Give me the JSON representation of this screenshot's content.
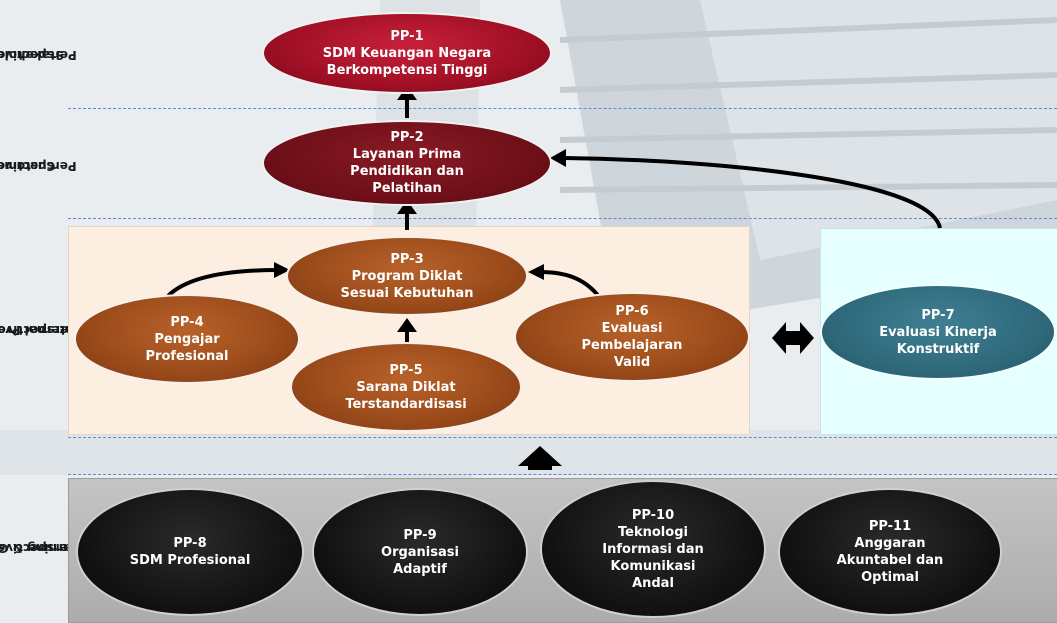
{
  "perspectives": {
    "stakeholder": [
      "Stakeholder",
      "Perspective"
    ],
    "customer": [
      "Customer",
      "Perspective"
    ],
    "internal": [
      "Internal Process",
      "Perspective"
    ],
    "learning": [
      "Learning & Growth",
      "Perspective"
    ]
  },
  "nodes": {
    "pp1": [
      "PP-1",
      "SDM Keuangan Negara",
      "Berkompetensi Tinggi"
    ],
    "pp2": [
      "PP-2",
      "Layanan Prima",
      "Pendidikan dan",
      "Pelatihan"
    ],
    "pp3": [
      "PP-3",
      "Program Diklat",
      "Sesuai Kebutuhan"
    ],
    "pp4": [
      "PP-4",
      "Pengajar",
      "Profesional"
    ],
    "pp5": [
      "PP-5",
      "Sarana Diklat",
      "Terstandardisasi"
    ],
    "pp6": [
      "PP-6",
      "Evaluasi",
      "Pembelajaran",
      "Valid"
    ],
    "pp7": [
      "PP-7",
      "Evaluasi Kinerja",
      "Konstruktif"
    ],
    "pp8": [
      "PP-8",
      "SDM Profesional"
    ],
    "pp9": [
      "PP-9",
      "Organisasi",
      "Adaptif"
    ],
    "pp10": [
      "PP-10",
      "Teknologi",
      "Informasi dan",
      "Komunikasi",
      "Andal"
    ],
    "pp11": [
      "PP-11",
      "Anggaran",
      "Akuntabel dan",
      "Optimal"
    ]
  },
  "colors": {
    "pp1": "#a01025",
    "pp2": "#701019",
    "internal": "#9a4a1a",
    "pp7": "#2f6a7c",
    "learning": "#141414",
    "internal_panel": "#fdeee2",
    "pp7_panel": "#e6ffff",
    "learning_panel": "#b8b8b8",
    "dash": "#5b8bd6"
  }
}
